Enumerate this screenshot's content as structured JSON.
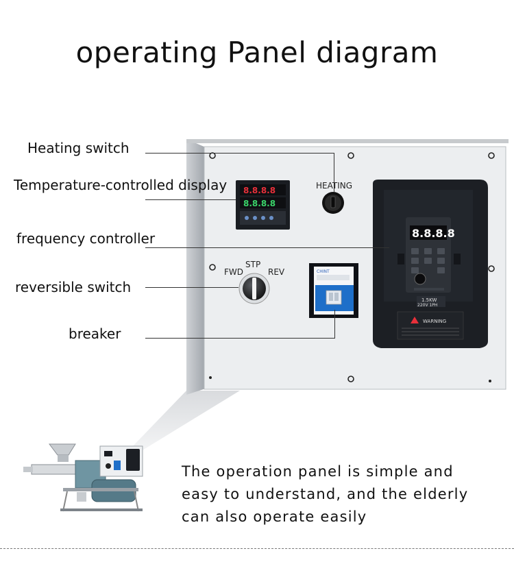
{
  "title": "operating Panel diagram",
  "labels": {
    "heating_switch": "Heating switch",
    "temperature_display": "Temperature-controlled display",
    "frequency_controller": "frequency controller",
    "reversible_switch": "reversible switch",
    "breaker": "breaker"
  },
  "panel_text": {
    "heating": "HEATING",
    "fwd": "FWD",
    "stp": "STP",
    "rev": "REV",
    "breaker_brand": "CHINT",
    "inverter_display": "8.8.8.8",
    "inverter_rating_1": "1.5KW",
    "inverter_rating_2": "220V 1PH",
    "inverter_warning": "WARNING"
  },
  "caption": {
    "line1": "The operation panel is simple and",
    "line2": "easy to understand, and the elderly",
    "line3": "can also operate easily"
  },
  "colors": {
    "panel": "#ecedef",
    "inverter": "#1c1f24",
    "breaker_blue": "#1e6fc9",
    "display_red": "#e8303a"
  }
}
